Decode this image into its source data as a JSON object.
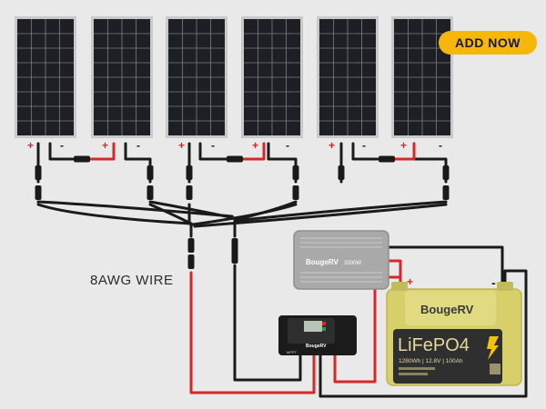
{
  "cta": {
    "label": "ADD NOW",
    "color": "#f6b60c"
  },
  "wire_label": "8AWG WIRE",
  "panel_terminals": {
    "positive": "+",
    "negative": "-"
  },
  "battery": {
    "brand": "BougeRV",
    "chemistry": "LiFePO4",
    "spec": "1280Wh | 12.8V | 100Ah",
    "positive": "+",
    "negative": "-",
    "body_color": "#d6cf6a"
  },
  "inverter": {
    "brand": "BougeRV",
    "model": "2000W"
  },
  "controller": {
    "brand": "BougeRV",
    "label": "MPPT"
  },
  "colors": {
    "positive_wire": "#d62828",
    "negative_wire": "#1a1a1a",
    "panel": "#1d1f24"
  }
}
